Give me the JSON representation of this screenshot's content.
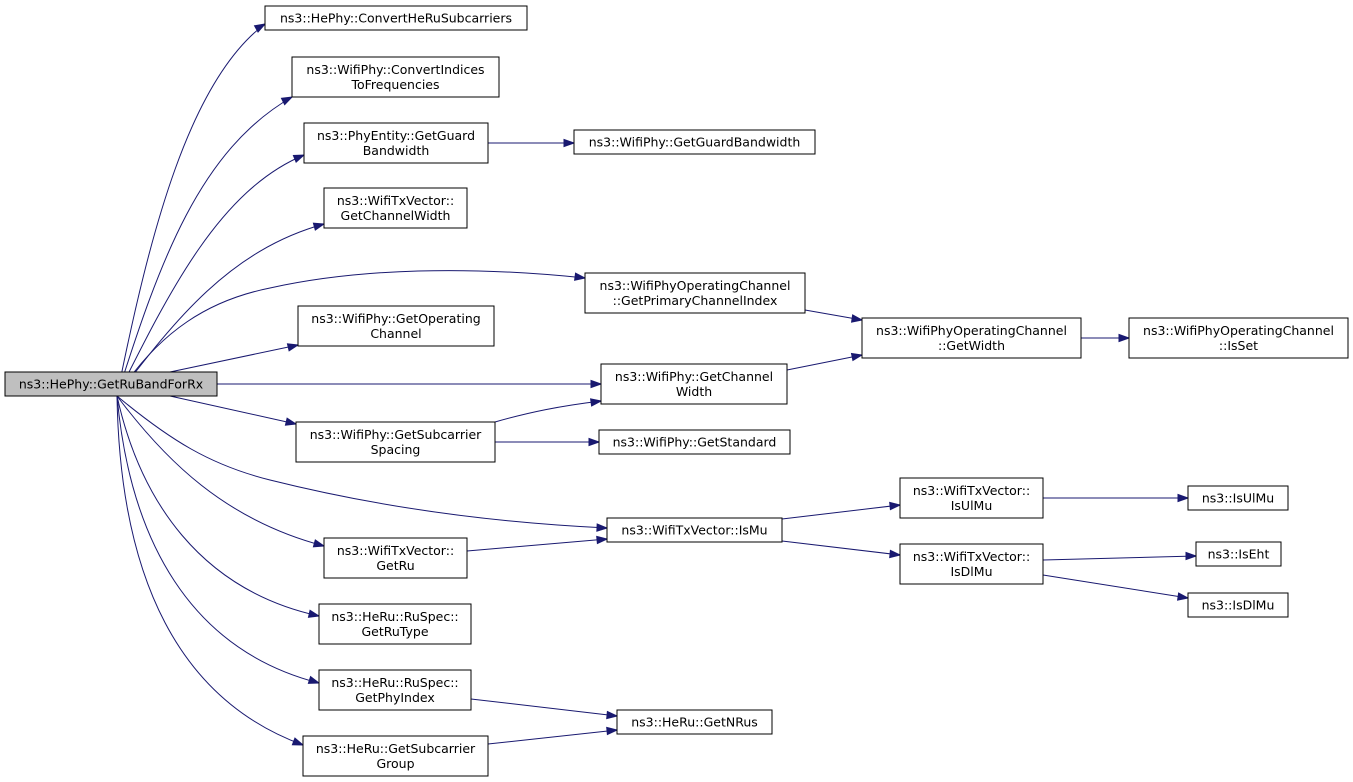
{
  "graph": {
    "root": "ns3::HePhy::GetRuBandForRx",
    "nodes": [
      {
        "id": "root",
        "lines": [
          "ns3::HePhy::GetRuBandForRx"
        ],
        "root": true
      },
      {
        "id": "convertHeRu",
        "lines": [
          "ns3::HePhy::ConvertHeRuSubcarriers"
        ]
      },
      {
        "id": "convertIdx",
        "lines": [
          "ns3::WifiPhy::ConvertIndices",
          "ToFrequencies"
        ]
      },
      {
        "id": "peGuard",
        "lines": [
          "ns3::PhyEntity::GetGuard",
          "Bandwidth"
        ]
      },
      {
        "id": "wpGuard",
        "lines": [
          "ns3::WifiPhy::GetGuardBandwidth"
        ]
      },
      {
        "id": "txChWidth",
        "lines": [
          "ns3::WifiTxVector::",
          "GetChannelWidth"
        ]
      },
      {
        "id": "primIdx",
        "lines": [
          "ns3::WifiPhyOperatingChannel",
          "::GetPrimaryChannelIndex"
        ]
      },
      {
        "id": "getOpCh",
        "lines": [
          "ns3::WifiPhy::GetOperating",
          "Channel"
        ]
      },
      {
        "id": "opGetWidth",
        "lines": [
          "ns3::WifiPhyOperatingChannel",
          "::GetWidth"
        ]
      },
      {
        "id": "opIsSet",
        "lines": [
          "ns3::WifiPhyOperatingChannel",
          "::IsSet"
        ]
      },
      {
        "id": "wpChWidth",
        "lines": [
          "ns3::WifiPhy::GetChannel",
          "Width"
        ]
      },
      {
        "id": "subSpacing",
        "lines": [
          "ns3::WifiPhy::GetSubcarrier",
          "Spacing"
        ]
      },
      {
        "id": "getStd",
        "lines": [
          "ns3::WifiPhy::GetStandard"
        ]
      },
      {
        "id": "txIsUlMu",
        "lines": [
          "ns3::WifiTxVector::",
          "IsUlMu"
        ]
      },
      {
        "id": "isUlMu",
        "lines": [
          "ns3::IsUlMu"
        ]
      },
      {
        "id": "txIsMu",
        "lines": [
          "ns3::WifiTxVector::IsMu"
        ]
      },
      {
        "id": "txGetRu",
        "lines": [
          "ns3::WifiTxVector::",
          "GetRu"
        ]
      },
      {
        "id": "txIsDlMu",
        "lines": [
          "ns3::WifiTxVector::",
          "IsDlMu"
        ]
      },
      {
        "id": "isEht",
        "lines": [
          "ns3::IsEht"
        ]
      },
      {
        "id": "isDlMu",
        "lines": [
          "ns3::IsDlMu"
        ]
      },
      {
        "id": "ruType",
        "lines": [
          "ns3::HeRu::RuSpec::",
          "GetRuType"
        ]
      },
      {
        "id": "phyIndex",
        "lines": [
          "ns3::HeRu::RuSpec::",
          "GetPhyIndex"
        ]
      },
      {
        "id": "nrus",
        "lines": [
          "ns3::HeRu::GetNRus"
        ]
      },
      {
        "id": "subGroup",
        "lines": [
          "ns3::HeRu::GetSubcarrier",
          "Group"
        ]
      }
    ],
    "edges": [
      [
        "root",
        "convertHeRu"
      ],
      [
        "root",
        "convertIdx"
      ],
      [
        "root",
        "peGuard"
      ],
      [
        "root",
        "txChWidth"
      ],
      [
        "root",
        "primIdx"
      ],
      [
        "root",
        "getOpCh"
      ],
      [
        "root",
        "wpChWidth"
      ],
      [
        "root",
        "subSpacing"
      ],
      [
        "root",
        "txIsMu"
      ],
      [
        "root",
        "txGetRu"
      ],
      [
        "root",
        "ruType"
      ],
      [
        "root",
        "phyIndex"
      ],
      [
        "root",
        "subGroup"
      ],
      [
        "peGuard",
        "wpGuard"
      ],
      [
        "primIdx",
        "opGetWidth"
      ],
      [
        "opGetWidth",
        "opIsSet"
      ],
      [
        "wpChWidth",
        "opGetWidth"
      ],
      [
        "subSpacing",
        "wpChWidth"
      ],
      [
        "subSpacing",
        "getStd"
      ],
      [
        "txIsMu",
        "txIsUlMu"
      ],
      [
        "txIsMu",
        "txIsDlMu"
      ],
      [
        "txIsUlMu",
        "isUlMu"
      ],
      [
        "txGetRu",
        "txIsMu"
      ],
      [
        "txIsDlMu",
        "isEht"
      ],
      [
        "txIsDlMu",
        "isDlMu"
      ],
      [
        "phyIndex",
        "nrus"
      ],
      [
        "subGroup",
        "nrus"
      ]
    ]
  }
}
